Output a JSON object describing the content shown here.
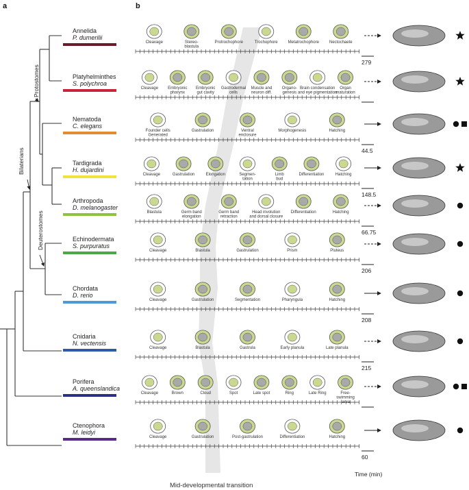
{
  "panels": {
    "a": "a",
    "b": "b"
  },
  "clades": {
    "bilaterians": "Bilaterians",
    "protostomes": "Protostomes",
    "deuterostomes": "Deuterostomes"
  },
  "species": [
    {
      "phylum": "Annelida",
      "name": "P. dumerilii",
      "color": "#6b1a2a",
      "arrow": "dashed",
      "marker": "star",
      "scale": "279",
      "stages": [
        "Cleavage",
        "Stereo-\nblastula",
        "Protrochophore",
        "Trochophore",
        "Metatrochophore",
        "Nectochaete"
      ]
    },
    {
      "phylum": "Platyhelminthes",
      "name": "S. polychroa",
      "color": "#c8253a",
      "arrow": "dashed",
      "marker": "star",
      "scale": "",
      "stages": [
        "Cleavage",
        "Embryonic\npharynx",
        "Embryonic\ngut cavity",
        "Gastrodermal\ncells",
        "Muscle and\nneuron diff.",
        "Organo-\ngenesis",
        "Brain condensation\nand eye pigmentation",
        "Organ\nmaturation"
      ]
    },
    {
      "phylum": "Nematoda",
      "name": "C. elegans",
      "color": "#e58a2e",
      "arrow": "solid",
      "marker": "circle-square",
      "scale": "44.5",
      "stages": [
        "Founder cells\nGenerated",
        "Gastrulation",
        "Ventral\nenclosure",
        "Morphogenesis",
        "Hatching"
      ]
    },
    {
      "phylum": "Tardigrada",
      "name": "H. dujardini",
      "color": "#f2e33a",
      "arrow": "solid",
      "marker": "star",
      "scale": "148.5",
      "stages": [
        "Cleavage",
        "Gastrulation",
        "Elongation",
        "Segmen-\ntation",
        "Limb\nbud",
        "Differentiation",
        "Hatching"
      ]
    },
    {
      "phylum": "Arthropoda",
      "name": "D. melanogaster",
      "color": "#8cc43f",
      "arrow": "dashed",
      "marker": "circle",
      "scale": "66.75",
      "stages": [
        "Blastula",
        "Germ band\nelongation",
        "Germ band\nretraction",
        "Head involution\nand dorsal closure",
        "Differentiation",
        "Hatching"
      ]
    },
    {
      "phylum": "Echinodermata",
      "name": "S. purpuratus",
      "color": "#4aa84a",
      "arrow": "dashed",
      "marker": "circle",
      "scale": "206",
      "stages": [
        "Cleavage",
        "Blastula",
        "Gastrulation",
        "Prism",
        "Pluteus"
      ]
    },
    {
      "phylum": "Chordata",
      "name": "D. rerio",
      "color": "#4f9ad6",
      "arrow": "solid",
      "marker": "circle",
      "scale": "208",
      "stages": [
        "Cleavage",
        "Gastrulation",
        "Segmentation",
        "Pharyngula",
        "Hatching"
      ]
    },
    {
      "phylum": "Cnidaria",
      "name": "N. vectensis",
      "color": "#2e5aa8",
      "arrow": "dashed",
      "marker": "circle",
      "scale": "215",
      "stages": [
        "Cleavage",
        "Blastula",
        "Gastrula",
        "Early planula",
        "Late planula"
      ]
    },
    {
      "phylum": "Porifera",
      "name": "A. queenslandica",
      "color": "#2c2f86",
      "arrow": "dashed",
      "marker": "circle-square",
      "scale": "",
      "stages": [
        "Cleavage",
        "Brown",
        "Cloud",
        "Spot",
        "Late spot",
        "Ring",
        "Late Ring",
        "Free-\nswimming\nlarva"
      ]
    },
    {
      "phylum": "Ctenophora",
      "name": "M. leidyi",
      "color": "#5a2a86",
      "arrow": "solid",
      "marker": "circle",
      "scale": "60",
      "stages": [
        "Cleavage",
        "Gastrulation",
        "Post-gastrulation",
        "Differentiation",
        "Hatching"
      ]
    }
  ],
  "time_unit": "Time (min)",
  "footer": "Mid-developmental transition",
  "colors": {
    "embryo_fill": "#c9d98f",
    "embryo_outline": "#555555",
    "band": "#e6e6e6",
    "tree": "#333333"
  }
}
